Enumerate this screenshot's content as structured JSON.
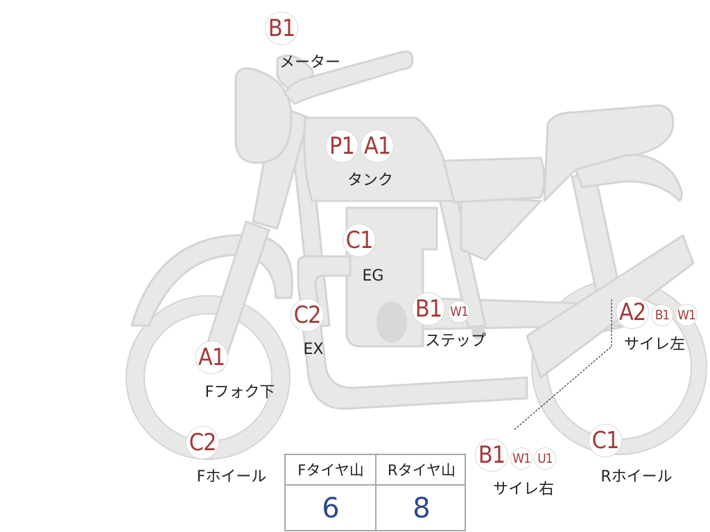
{
  "colors": {
    "body_fill": "#e8e8e6",
    "body_stroke": "#d4d4d2",
    "code_text": "#a33a3a",
    "value_text": "#2c4a8c"
  },
  "labels": {
    "meter": "メーター",
    "tank": "タンク",
    "eg": "EG",
    "ex": "EX",
    "step": "ステップ",
    "fork_lower": "Fフォク下",
    "f_wheel": "Fホイール",
    "muffler_left": "サイレ左",
    "muffler_right": "サイレ右",
    "r_wheel": "Rホイール"
  },
  "codes": {
    "meter_b1": "B1",
    "tank_p1": "P1",
    "tank_a1": "A1",
    "eg_c1": "C1",
    "ex_c2": "C2",
    "step_b1": "B1",
    "step_w1": "W1",
    "fork_a1": "A1",
    "f_wheel_c2": "C2",
    "muffler_left_a2": "A2",
    "muffler_left_b1": "B1",
    "muffler_left_w1": "W1",
    "muffler_right_b1": "B1",
    "muffler_right_w1": "W1",
    "muffler_right_u1": "U1",
    "r_wheel_c1": "C1"
  },
  "tire_table": {
    "front_header": "Fタイヤ山",
    "rear_header": "Rタイヤ山",
    "front_value": "6",
    "rear_value": "8"
  }
}
